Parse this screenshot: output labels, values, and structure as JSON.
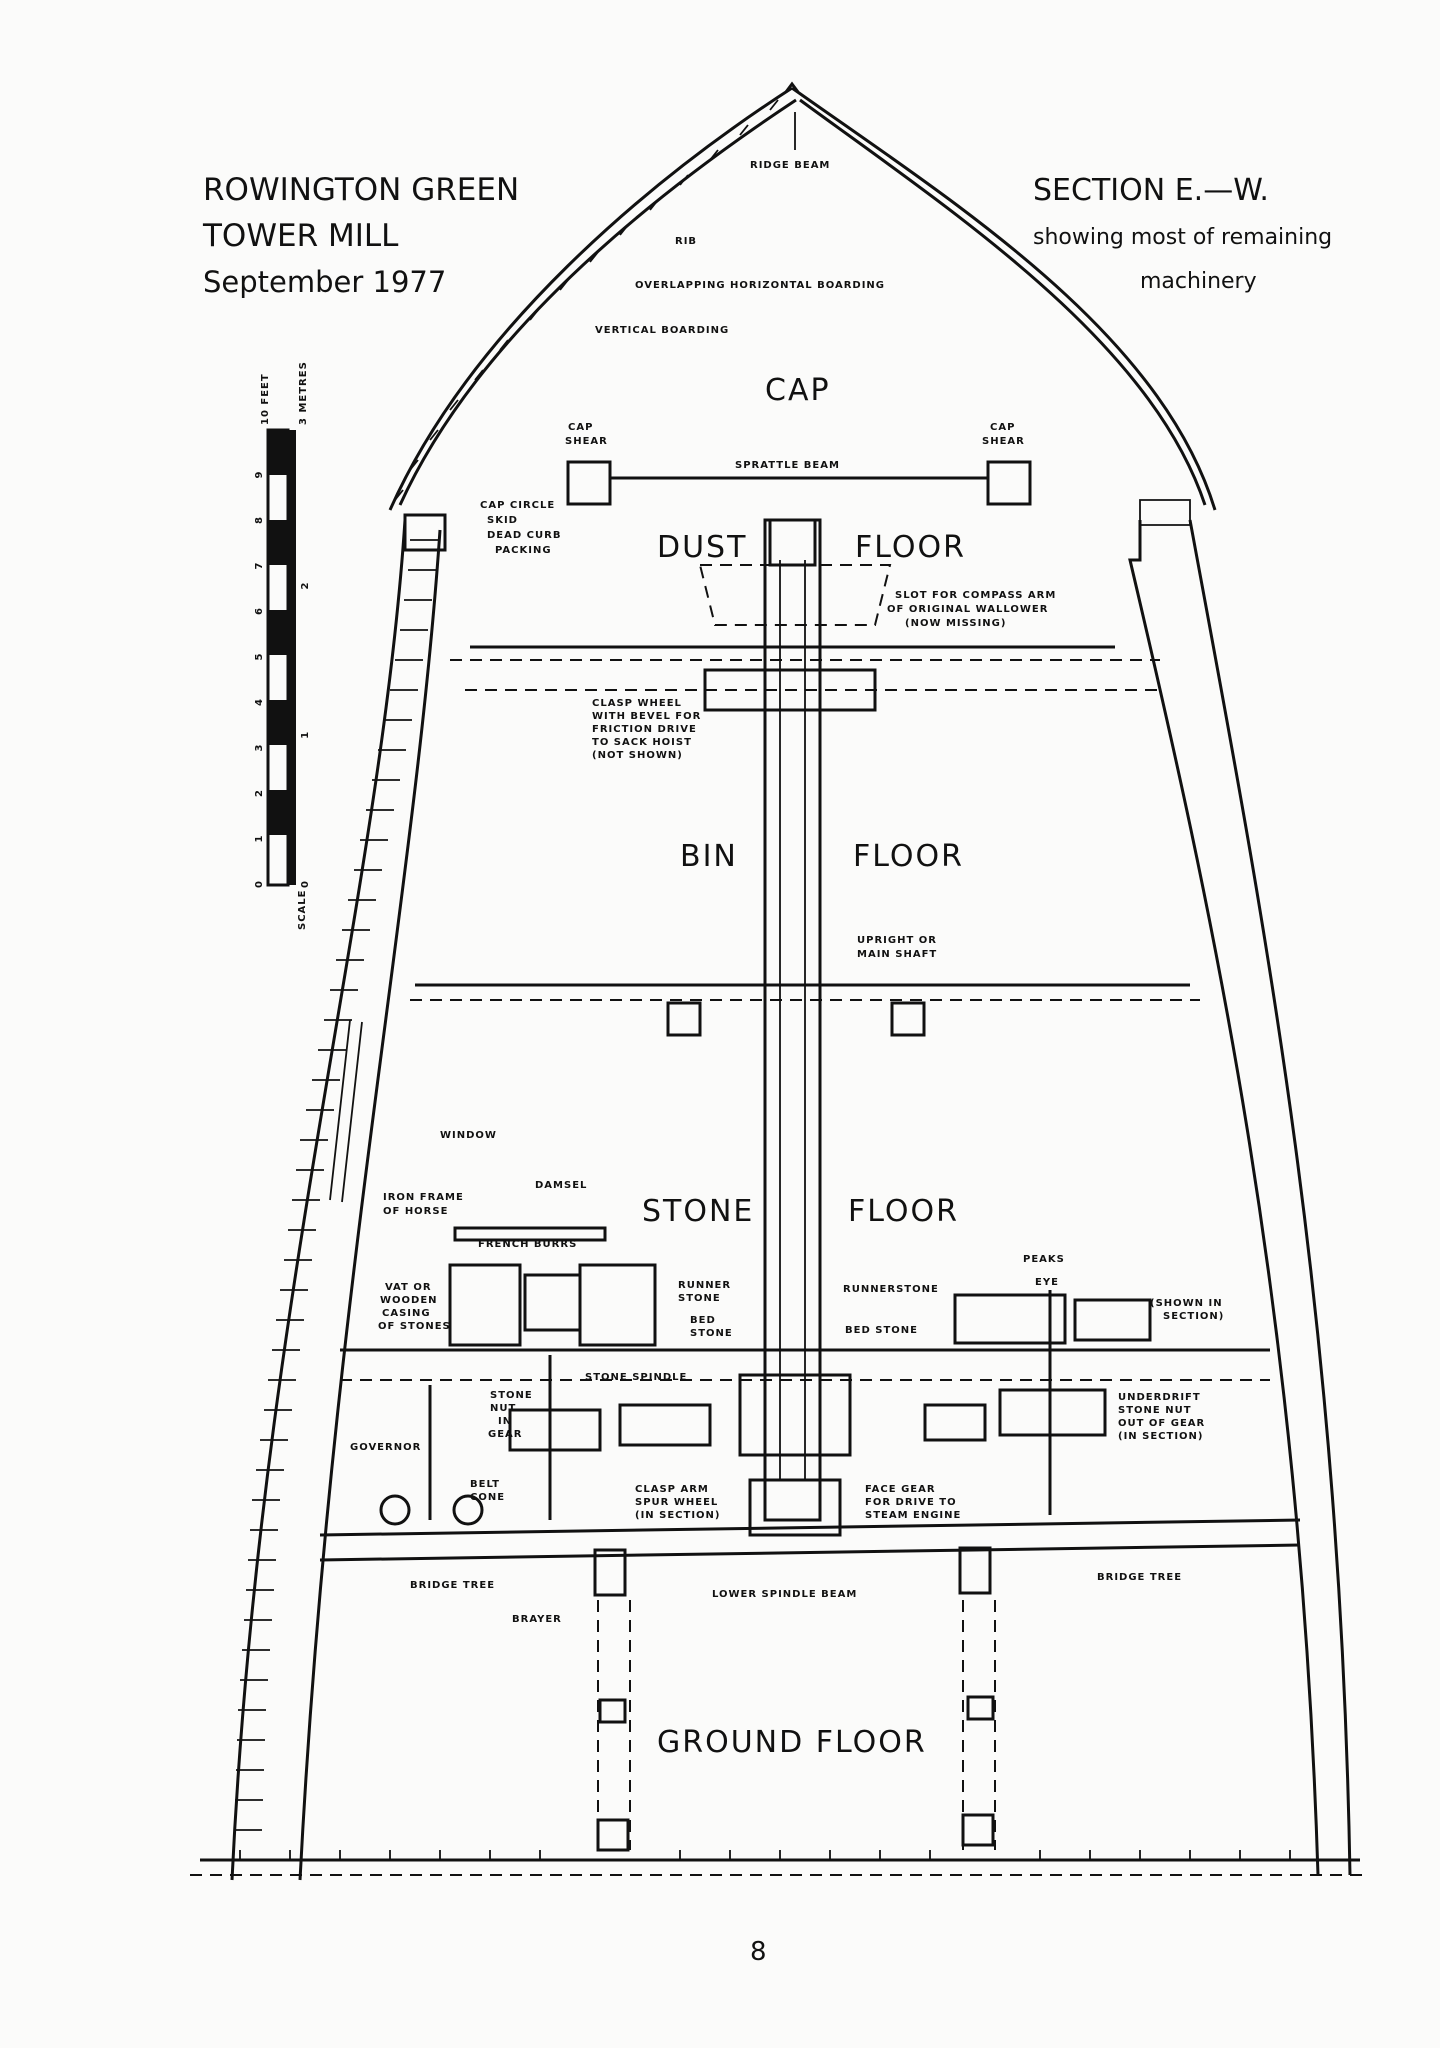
{
  "title": {
    "line1": "ROWINGTON GREEN",
    "line2": "TOWER MILL",
    "date": "September 1977"
  },
  "section": {
    "line1": "SECTION E.—W.",
    "line2": "showing most of remaining",
    "line3": "machinery"
  },
  "scale_bar": {
    "label": "SCALE",
    "feet_label": "10 FEET",
    "metres_label": "3 METRES",
    "feet_ticks": [
      "0",
      "1",
      "2",
      "3",
      "4",
      "5",
      "6",
      "7",
      "8",
      "9"
    ],
    "metres_ticks": [
      "0",
      "1",
      "2"
    ]
  },
  "floors": {
    "cap": "CAP",
    "dust": "DUST",
    "dust_floor": "FLOOR",
    "bin": "BIN",
    "bin_floor": "FLOOR",
    "stone": "STONE",
    "stone_floor": "FLOOR",
    "ground": "GROUND FLOOR"
  },
  "labels": {
    "ridge_beam": "RIDGE BEAM",
    "rib": "RIB",
    "overlapping": "OVERLAPPING HORIZONTAL BOARDING",
    "vertical_boarding": "VERTICAL BOARDING",
    "cap_shear_left_1": "CAP",
    "cap_shear_left_2": "SHEAR",
    "cap_shear_right_1": "CAP",
    "cap_shear_right_2": "SHEAR",
    "sprattle_beam": "SPRATTLE BEAM",
    "cap_circle": "CAP CIRCLE",
    "skid": "SKID",
    "dead_curb": "DEAD CURB",
    "packing": "PACKING",
    "slot_1": "SLOT FOR COMPASS ARM",
    "slot_2": "OF ORIGINAL WALLOWER",
    "slot_3": "(NOW MISSING)",
    "clasp_1": "CLASP WHEEL",
    "clasp_2": "WITH BEVEL FOR",
    "clasp_3": "FRICTION DRIVE",
    "clasp_4": "TO SACK HOIST",
    "clasp_5": "(NOT SHOWN)",
    "upright_1": "UPRIGHT OR",
    "upright_2": "MAIN SHAFT",
    "window": "WINDOW",
    "damsel": "DAMSEL",
    "iron_frame_1": "IRON FRAME",
    "iron_frame_2": "OF HORSE",
    "french_burrs": "FRENCH BURRS",
    "vat_1": "VAT OR",
    "vat_2": "WOODEN",
    "vat_3": "CASING",
    "vat_4": "OF STONES",
    "runner_stone_1": "RUNNER",
    "runner_stone_2": "STONE",
    "bed_stone_1": "BED",
    "bed_stone_2": "STONE",
    "runnerstone": "RUNNERSTONE",
    "bed_stone_right": "BED STONE",
    "peaks": "PEAKS",
    "eye": "EYE",
    "shown_section_1": "(SHOWN IN",
    "shown_section_2": "SECTION)",
    "stone_spindle": "STONE SPINDLE",
    "stone_nut_1": "STONE",
    "stone_nut_2": "NUT",
    "stone_nut_3": "IN",
    "stone_nut_4": "GEAR",
    "governor": "GOVERNOR",
    "belt_1": "BELT",
    "belt_2": "CONE",
    "underdrift_1": "UNDERDRIFT",
    "underdrift_2": "STONE NUT",
    "underdrift_3": "OUT OF GEAR",
    "underdrift_4": "(IN SECTION)",
    "clasp_arm_1": "CLASP ARM",
    "clasp_arm_2": "SPUR WHEEL",
    "clasp_arm_3": "(IN SECTION)",
    "face_gear_1": "FACE GEAR",
    "face_gear_2": "FOR DRIVE TO",
    "face_gear_3": "STEAM ENGINE",
    "bridge_tree_left": "BRIDGE TREE",
    "bridge_tree_right": "BRIDGE TREE",
    "lower_spindle": "LOWER SPINDLE BEAM",
    "brayer": "BRAYER"
  },
  "page_number": "8"
}
